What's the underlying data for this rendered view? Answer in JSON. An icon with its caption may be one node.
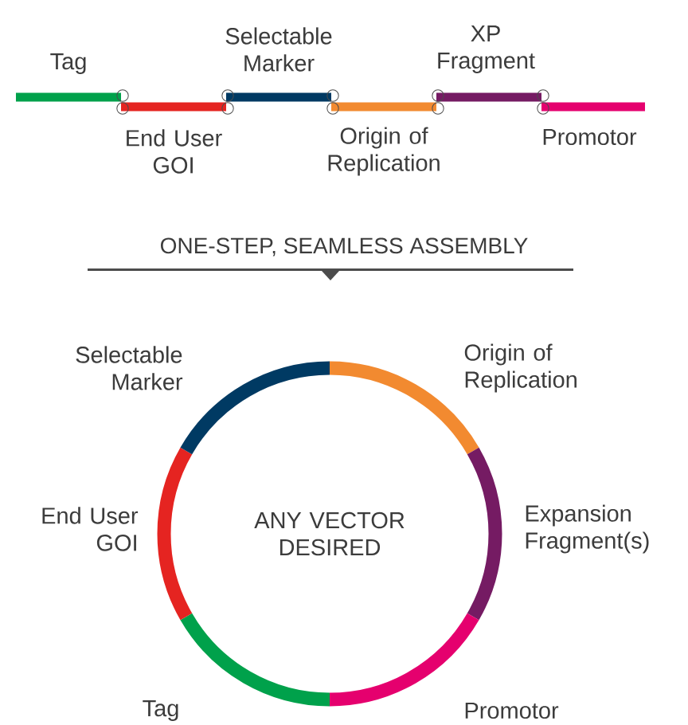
{
  "diagram": {
    "nodes": [
      {
        "text": [
          "Tag"
        ]
      },
      {
        "text": [
          "End User GOI"
        ]
      },
      {
        "text": [
          "Selectable Marker"
        ]
      },
      {
        "text": [
          "Origin of Replication"
        ]
      },
      {
        "text": [
          "XP Fragment"
        ]
      },
      {
        "text": [
          "Promotor"
        ]
      },
      {
        "text": [
          "ANY VECTOR DESIRED"
        ]
      }
    ],
    "labels": [
      "ONE-STEP, SEAMLESS ASSEMBLY",
      "Selectable Marker",
      "Origin of Replication",
      "End User GOI",
      "Expansion Fragment(s)",
      "Tag",
      "Promotor"
    ]
  }
}
